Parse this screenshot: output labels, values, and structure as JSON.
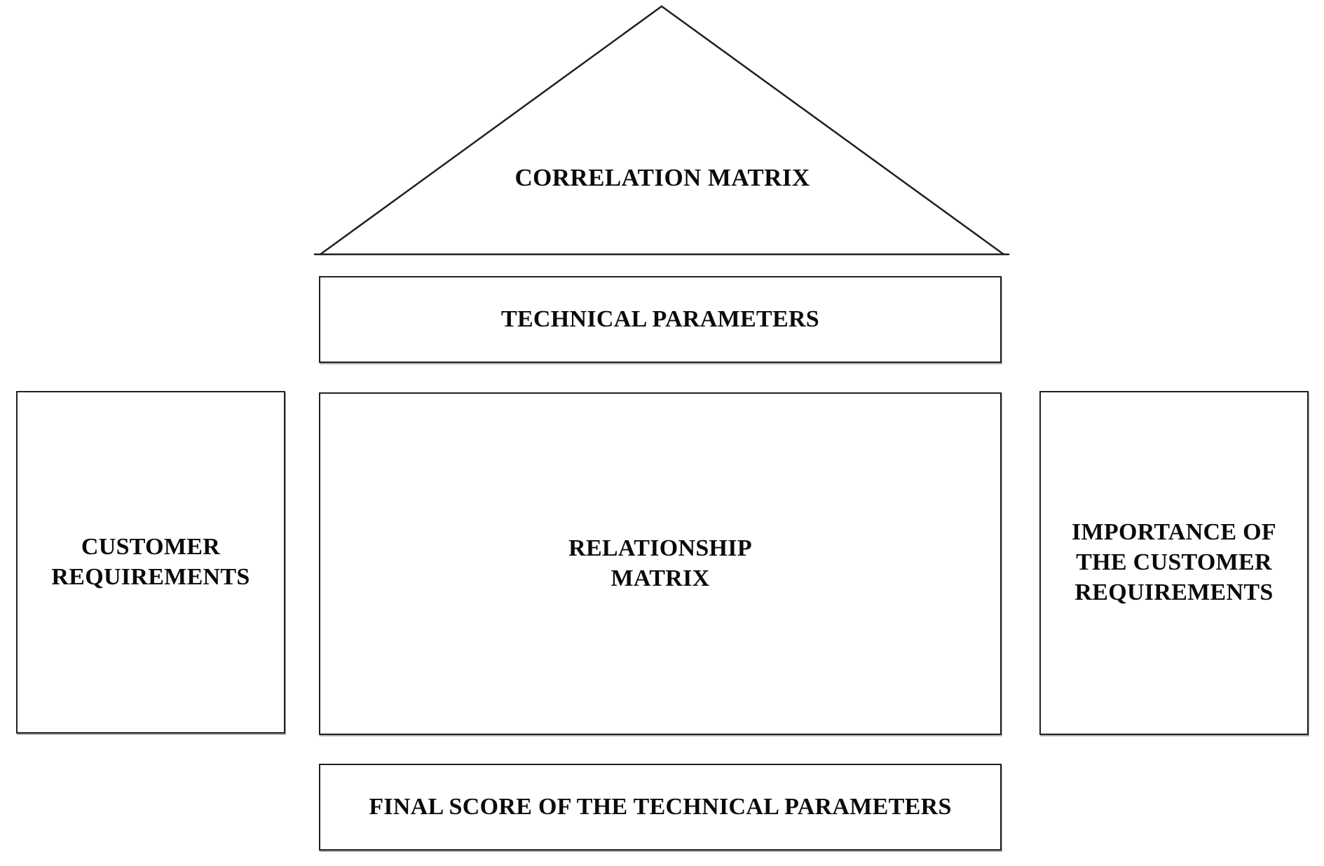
{
  "colors": {
    "background": "#ffffff",
    "line": "#1f1f1f",
    "text": "#0b0b0b"
  },
  "diagram": {
    "roof": {
      "label": "CORRELATION MATRIX"
    },
    "boxes": [
      {
        "id": "technical-parameters",
        "label": "TECHNICAL PARAMETERS"
      },
      {
        "id": "customer-requirements",
        "label": "CUSTOMER\nREQUIREMENTS"
      },
      {
        "id": "relationship-matrix",
        "label": "RELATIONSHIP\nMATRIX"
      },
      {
        "id": "importance-of-customer-requirements",
        "label": "IMPORTANCE OF\nTHE CUSTOMER\nREQUIREMENTS"
      },
      {
        "id": "final-score",
        "label": "FINAL SCORE OF THE TECHNICAL PARAMETERS"
      }
    ]
  }
}
